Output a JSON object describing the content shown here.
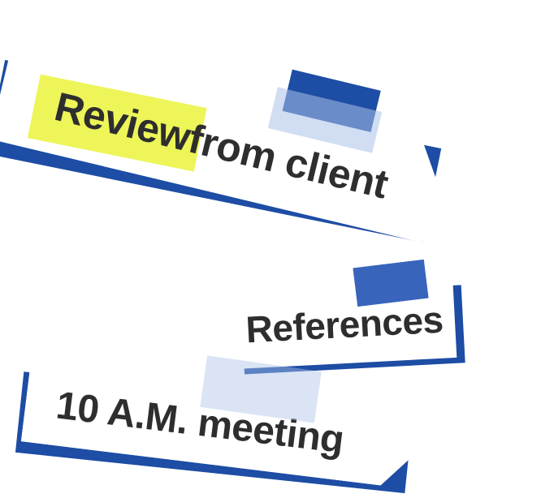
{
  "colors": {
    "navy": "#1d4da4",
    "paper": "#ffffff",
    "text": "#2e2e2e",
    "highlight": "#edf559",
    "tape-light": "rgba(169,193,232,0.55)",
    "tape-lighter": "rgba(173,196,233,0.45)",
    "tape-blue": "rgba(46,92,184,0.95)"
  },
  "notes": {
    "review": {
      "highlight": "Review",
      "rest": " from client"
    },
    "references": {
      "label": "References"
    },
    "meeting": {
      "label": "10 A.M. meeting"
    }
  }
}
